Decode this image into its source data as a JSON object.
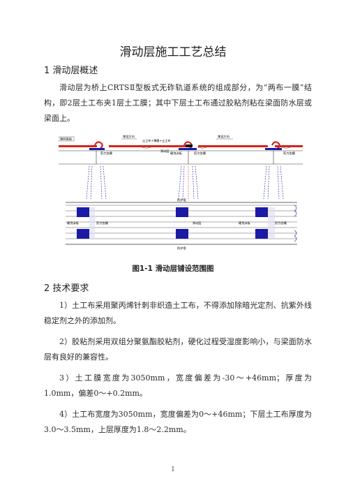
{
  "doc": {
    "title": "滑动层施工工艺总结",
    "section1": {
      "heading": "1 滑动层概述",
      "paragraph": "滑动层为桥上CRTSⅡ型板式无砟轨道系统的组成部分，为“两布一膜”结构，即2层土工布夹1层土工膜；其中下层土工布通过胶粘剂粘在梁面防水层或梁面上。"
    },
    "figure": {
      "caption": "图1-1 滑动层铺设范围图",
      "elevation_labels": {
        "left_note": "端刺锚固",
        "lay_dir_left": "铺设方向",
        "layers_note": "土工布+薄膜+土工布",
        "lay_dir_right": "铺设方向",
        "zone1": "剪力齿槽",
        "zone2": "剪力齿槽",
        "zone3": "剪力齿槽",
        "slide1": "滑动层",
        "slide2": "硬泡沫板"
      },
      "plan_labels": {
        "top": "防护墙",
        "bottom": "防护墙",
        "left1": "硬泡沫板",
        "left2": "剪力齿槽",
        "mid": "滑动层",
        "right1": "硬泡沫板",
        "right2": "剪力齿槽"
      }
    },
    "section2": {
      "heading": "2 技术要求",
      "items": [
        "1）土工布采用聚丙烯针刺非织造土工布，不得添加除暗光定剂、抗紫外线稳定剂之外的添加剂。",
        "2）胶粘剂采用双组分聚氨酯胶粘剂，硬化过程受湿度影响小，与梁面防水层有良好的兼容性。",
        "3）土工膜宽度为3050mm，宽度偏差为-30～+46mm；厚度为1.0mm，偏差0～+0.2mm。",
        "4）土工布宽度为3050mm，宽度偏差为0～+46mm；下层土工布厚度为3.0～3.5mm，上层厚度为1.8～2.2mm。"
      ]
    },
    "page_number": "1"
  },
  "colors": {
    "red": "#d9221b",
    "blue": "#1a1aa6",
    "line": "#333333"
  }
}
